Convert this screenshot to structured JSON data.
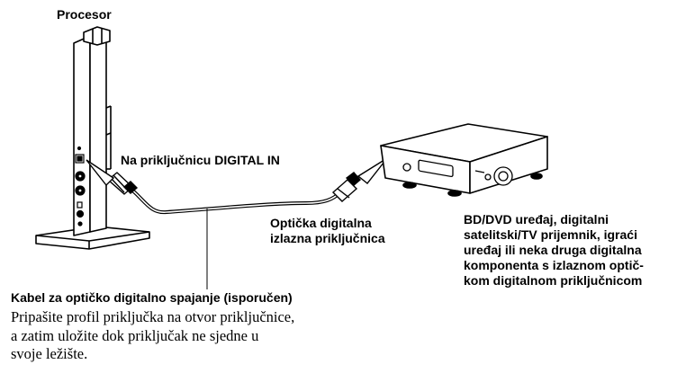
{
  "labels": {
    "processor": "Procesor",
    "digital_in": "Na priključnicu DIGITAL IN",
    "optical_out_line1": "Optička digitalna",
    "optical_out_line2": "izlazna priključnica",
    "device_line1": "BD/DVD uređaj, digitalni",
    "device_line2": "satelitski/TV prijemnik, igraći",
    "device_line3": "uređaj ili neka druga digitalna",
    "device_line4": "komponenta s izlaznom optič-",
    "device_line5": "kom digitalnom priključnicom",
    "cable_title": "Kabel za optičko digitalno spajanje (isporučen)"
  },
  "description": {
    "line1": "Pripašite profil priključka na otvor priključnice,",
    "line2": "a zatim uložite dok priključak ne sjedne u",
    "line3": "svoje ležište."
  }
}
